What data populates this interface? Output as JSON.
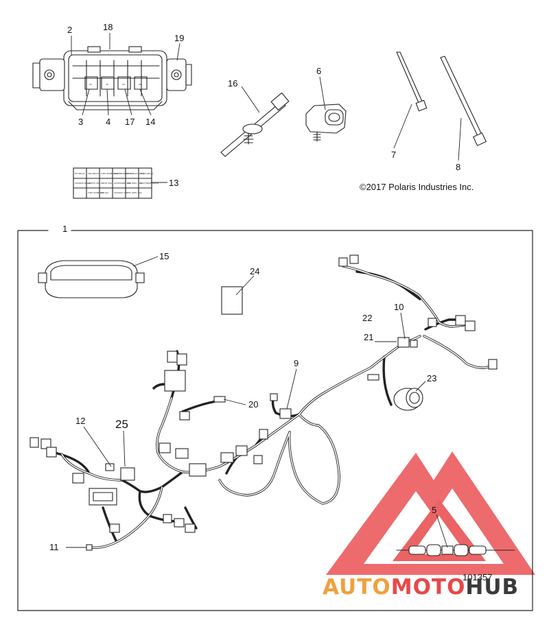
{
  "diagram": {
    "copyright": "©2017 Polaris Industries Inc.",
    "figure_number": "101357",
    "callouts": {
      "c1": "1",
      "c2": "2",
      "c3": "3",
      "c4": "4",
      "c5": "5",
      "c6": "6",
      "c7": "7",
      "c8": "8",
      "c9": "9",
      "c10": "10",
      "c11": "11",
      "c12": "12",
      "c13": "13",
      "c14": "14",
      "c15": "15",
      "c16": "16",
      "c17": "17",
      "c18": "18",
      "c19": "19",
      "c20": "20",
      "c21": "21",
      "c22": "22",
      "c23": "23",
      "c24": "24",
      "c25": "25"
    },
    "relay_label": {
      "row1": [
        "EFI RELAY",
        "FAN RELAY",
        "FUEL PUMP RELAY",
        "LOW BEAM RELAY",
        "ETS RELAY (OPT)",
        "START RELAY"
      ],
      "row2": [
        "CHASSIS RELAY",
        "LIGHTS 20A",
        "DRIVE 30A",
        "ACCESSORY 20A",
        "EPS (OPT) 30A",
        "HIGH BEAM RELAY"
      ],
      "row3": [
        "",
        "FUEL PUMP 10A",
        "EFI 10A",
        "CHASSIS 10A",
        "EPS (OPT) 30A",
        ""
      ]
    }
  },
  "watermark": {
    "part1": "AUTO",
    "part2": "MOTO",
    "part3": "HUB",
    "colors": {
      "triangle": "#e8484a",
      "auto": "#f0a040",
      "moto": "#e8484a",
      "hub": "#3a3a3a"
    }
  }
}
